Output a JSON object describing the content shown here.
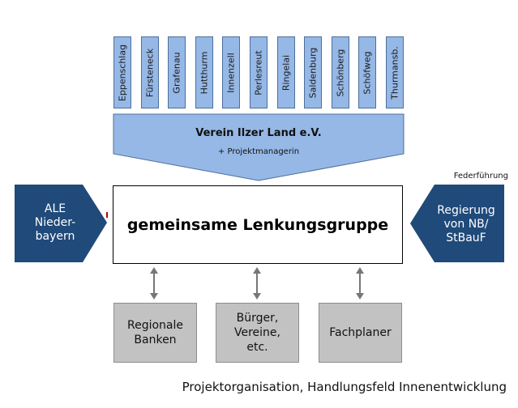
{
  "municipalities": [
    "Eppenschlag",
    "Fürsteneck",
    "Grafenau",
    "Hutthurm",
    "Innenzell",
    "Perlesreut",
    "Ringelai",
    "Saldenburg",
    "Schönberg",
    "Schöfweg",
    "Thurmansb."
  ],
  "verein": {
    "title": "Verein Ilzer Land e.V.",
    "subtitle": "+ Projektmanagerin"
  },
  "lenkungsgruppe": "gemeinsame Lenkungsgruppe",
  "ale": {
    "lines": [
      "ALE",
      "Nieder-",
      "bayern"
    ]
  },
  "regierung": {
    "lines": [
      "Regierung",
      "von NB/",
      "StBauF"
    ],
    "note": "Federführung"
  },
  "partners": [
    "Regionale\nBanken",
    "Bürger,\nVereine,\netc.",
    "Fachplaner"
  ],
  "caption": "Projektorganisation, Handlungsfeld Innenentwicklung",
  "colors": {
    "light_blue": "#96b8e6",
    "dark_blue": "#1f4a7a",
    "gray": "#c2c2c2"
  }
}
